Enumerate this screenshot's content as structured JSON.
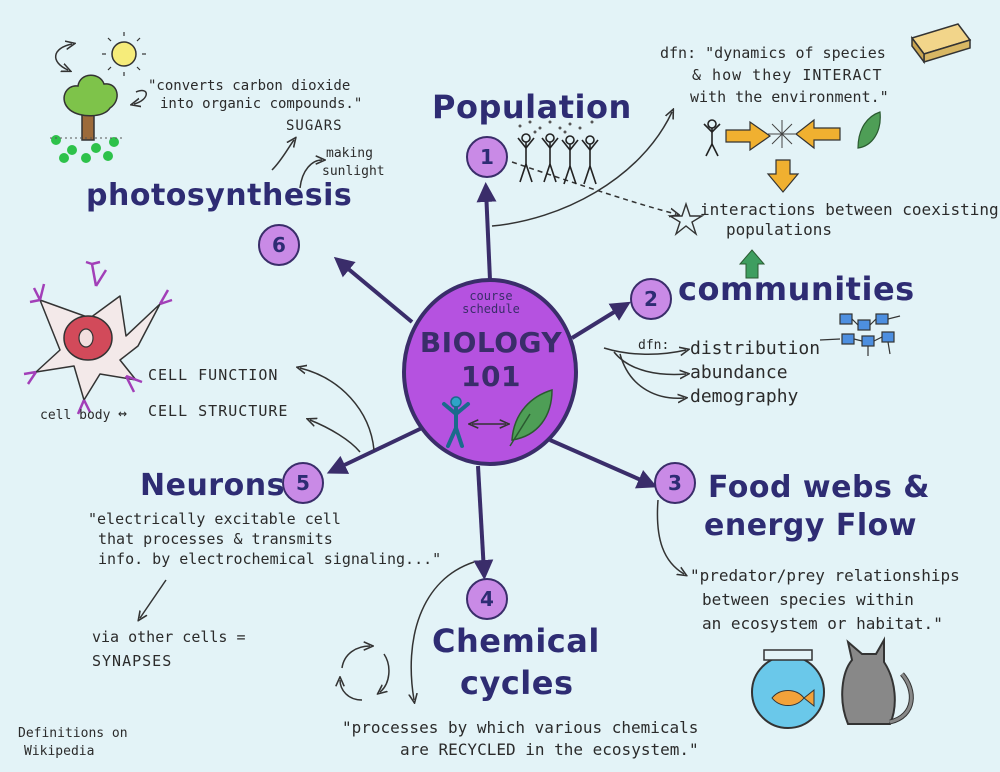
{
  "center": {
    "subtitle": "course schedule",
    "title_line1": "BIOLOGY",
    "title_line2": "101"
  },
  "colors": {
    "background": "#e3f3f7",
    "center_fill": "#b552e0",
    "number_fill": "#c98ae6",
    "heading": "#2e2c73",
    "arrow_orange": "#f0b030",
    "leaf_green": "#4e9e56"
  },
  "topics": {
    "population": {
      "number": "1",
      "title": "Population",
      "definition_line1": "dfn: \"dynamics of species",
      "definition_line2": "& how they INTERACT",
      "definition_line3": "with the environment.\""
    },
    "communities": {
      "number": "2",
      "title": "communities",
      "interactions_line1": "interactions between coexisting",
      "interactions_line2": "populations",
      "dfn": "dfn:",
      "items": [
        "distribution",
        "abundance",
        "demography"
      ]
    },
    "food_webs": {
      "number": "3",
      "title_line1": "Food webs &",
      "title_line2": "energy Flow",
      "quote_line1": "\"predator/prey relationships",
      "quote_line2": "between species within",
      "quote_line3": "an ecosystem or habitat.\""
    },
    "chemical_cycles": {
      "number": "4",
      "title_line1": "Chemical",
      "title_line2": "cycles",
      "quote_line1": "\"processes by which various chemicals",
      "quote_line2": "are RECYCLED in the ecosystem.\""
    },
    "neurons": {
      "number": "5",
      "title": "Neurons",
      "quote_line1": "\"electrically excitable cell",
      "quote_line2": "that processes & transmits",
      "quote_line3": "info. by electrochemical signaling...\"",
      "via_line1": "via other cells =",
      "via_line2": "SYNAPSES",
      "cell_function": "CELL FUNCTION",
      "cell_body": "cell body",
      "cell_structure": "CELL STRUCTURE"
    },
    "photosynthesis": {
      "number": "6",
      "title": "photosynthesis",
      "quote_line1": "\"converts carbon dioxide",
      "quote_line2": "into organic compounds.\"",
      "sugars": "SUGARS",
      "making": "making",
      "sunlight": "sunlight"
    }
  },
  "footer": {
    "line1": "Definitions on",
    "line2": "Wikipedia"
  }
}
